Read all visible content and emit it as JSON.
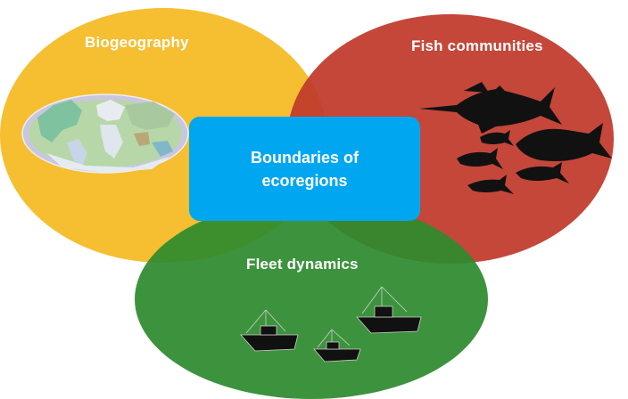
{
  "diagram": {
    "circles": [
      {
        "id": "biogeography",
        "label": "Biogeography",
        "color": "#f5b921"
      },
      {
        "id": "fish",
        "label": "Fish communities",
        "color": "#c0392b"
      },
      {
        "id": "fleet",
        "label": "Fleet dynamics",
        "color": "#2e8b2e"
      }
    ],
    "center": {
      "label": "Boundaries of ecoregions",
      "color": "#00a6f0"
    },
    "icons": [
      "world-map-icon",
      "marlin-icon",
      "tuna-icon",
      "fishing-boat-icon"
    ]
  }
}
